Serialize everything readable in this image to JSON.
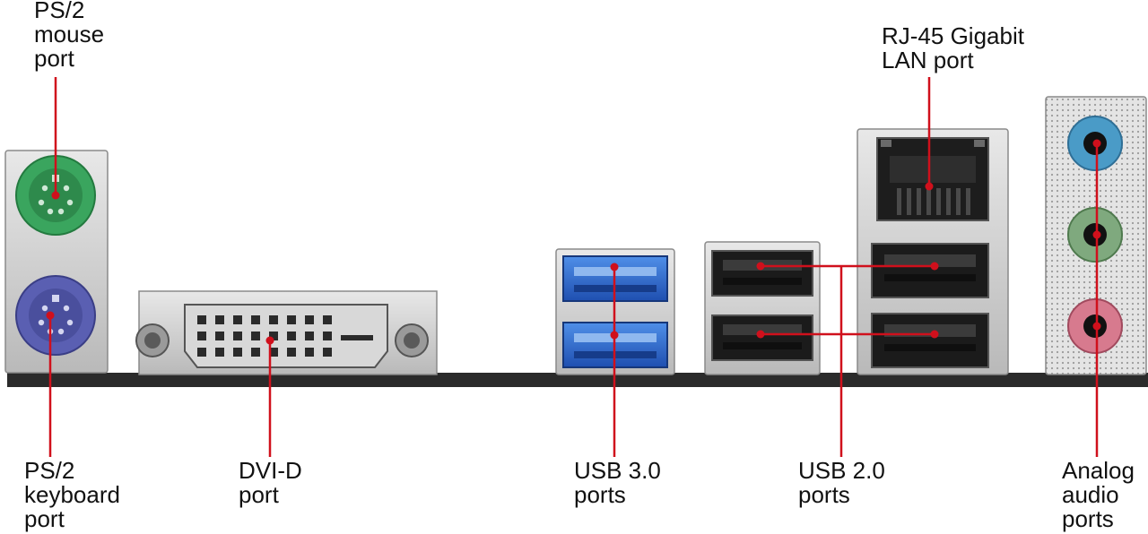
{
  "labels": {
    "ps2_mouse": "PS/2\nmouse\nport",
    "ps2_keyboard": "PS/2\nkeyboard\nport",
    "dvi_d": "DVI-D\nport",
    "usb30": "USB 3.0\nports",
    "usb20": "USB 2.0\nports",
    "rj45": "RJ-45 Gigabit\nLAN port",
    "audio": "Analog\naudio\nports"
  },
  "colors": {
    "callout": "#d0101c",
    "ps2_mouse": "#3aa55e",
    "ps2_keyboard": "#5a5fb2",
    "usb30": "#2f6fd0",
    "usb20": "#1b1b1b",
    "audio_blue": "#4a9bc7",
    "audio_green": "#7fa97e",
    "audio_pink": "#d77a8e",
    "bracket": "#2b2b2b"
  }
}
